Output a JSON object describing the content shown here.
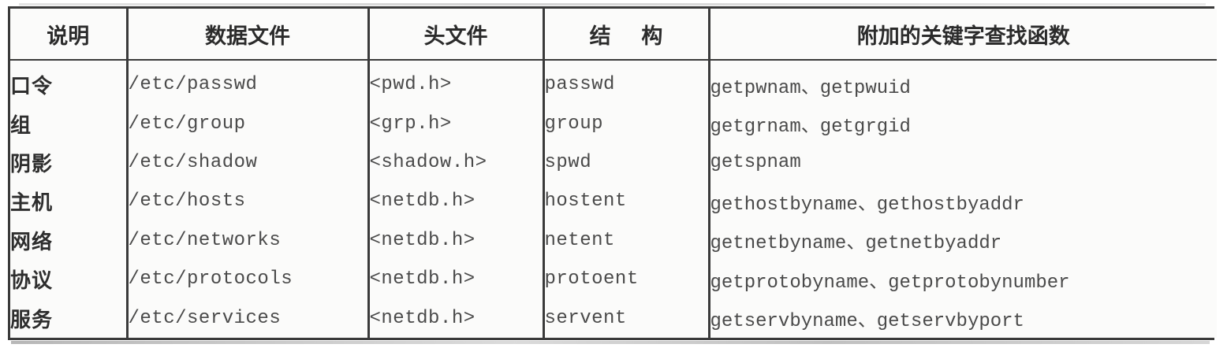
{
  "document": {
    "kind": "scanned-book-table",
    "orientation": "landscape"
  },
  "table": {
    "headers": [
      {
        "label": "说明",
        "name": "description"
      },
      {
        "label": "数据文件",
        "name": "data-file"
      },
      {
        "label": "头文件",
        "name": "header-file"
      },
      {
        "label": "结 构",
        "name": "structure"
      },
      {
        "label": "附加的关键字查找函数",
        "name": "additional-key-lookup-functions"
      }
    ],
    "rows": [
      {
        "description": "口令",
        "data_file": "/etc/passwd",
        "header_file": "<pwd.h>",
        "structure": "passwd",
        "functions": "getpwnam、getpwuid"
      },
      {
        "description": "组",
        "data_file": "/etc/group",
        "header_file": "<grp.h>",
        "structure": "group",
        "functions": "getgrnam、getgrgid"
      },
      {
        "description": "阴影",
        "data_file": "/etc/shadow",
        "header_file": "<shadow.h>",
        "structure": "spwd",
        "functions": "getspnam"
      },
      {
        "description": "主机",
        "data_file": "/etc/hosts",
        "header_file": "<netdb.h>",
        "structure": "hostent",
        "functions": "gethostbyname、gethostbyaddr"
      },
      {
        "description": "网络",
        "data_file": "/etc/networks",
        "header_file": "<netdb.h>",
        "structure": "netent",
        "functions": "getnetbyname、getnetbyaddr"
      },
      {
        "description": "协议",
        "data_file": "/etc/protocols",
        "header_file": "<netdb.h>",
        "structure": "protoent",
        "functions": "getprotobyname、getprotobynumber"
      },
      {
        "description": "服务",
        "data_file": "/etc/services",
        "header_file": "<netdb.h>",
        "structure": "servent",
        "functions": "getservbyname、getservbyport"
      }
    ]
  },
  "colors": {
    "page_background": "#ffffff",
    "table_background": "#fbfbfa",
    "border": "#3a3a3a",
    "heading_text": "#2b2b2b",
    "body_text": "#4a4a4a",
    "cjk_text": "#2e2e2e"
  }
}
